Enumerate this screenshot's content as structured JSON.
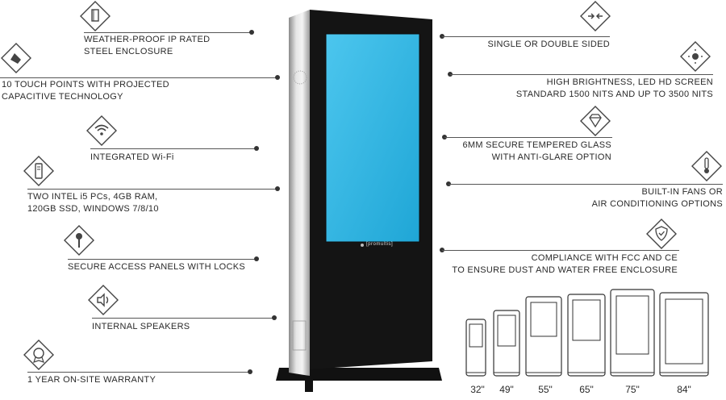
{
  "features_left": [
    {
      "id": "weatherproof",
      "lines": [
        "WEATHER-PROOF IP RATED",
        "STEEL ENCLOSURE"
      ],
      "icon": "enclosure-icon"
    },
    {
      "id": "touch",
      "lines": [
        "10 TOUCH POINTS WITH PROJECTED",
        "CAPACITIVE TECHNOLOGY"
      ],
      "icon": "touch-hand-icon"
    },
    {
      "id": "wifi",
      "lines": [
        "INTEGRATED Wi-Fi"
      ],
      "icon": "wifi-icon"
    },
    {
      "id": "pc",
      "lines": [
        "TWO INTEL i5 PCs, 4GB RAM,",
        "120GB SSD, WINDOWS 7/8/10"
      ],
      "icon": "pc-tower-icon"
    },
    {
      "id": "locks",
      "lines": [
        "SECURE ACCESS PANELS WITH LOCKS"
      ],
      "icon": "key-icon"
    },
    {
      "id": "speakers",
      "lines": [
        "INTERNAL SPEAKERS"
      ],
      "icon": "speaker-icon"
    },
    {
      "id": "warranty",
      "lines": [
        "1 YEAR ON-SITE WARRANTY"
      ],
      "icon": "badge-icon"
    }
  ],
  "features_right": [
    {
      "id": "sided",
      "lines": [
        "SINGLE OR DOUBLE SIDED"
      ],
      "icon": "double-arrow-icon"
    },
    {
      "id": "brightness",
      "lines": [
        "HIGH BRIGHTNESS, LED HD SCREEN",
        "STANDARD 1500 NITS AND UP TO 3500 NITS"
      ],
      "icon": "brightness-icon"
    },
    {
      "id": "glass",
      "lines": [
        "6MM SECURE TEMPERED GLASS",
        "WITH ANTI-GLARE OPTION"
      ],
      "icon": "diamond-icon"
    },
    {
      "id": "fans",
      "lines": [
        "BUILT-IN FANS OR",
        "AIR CONDITIONING OPTIONS"
      ],
      "icon": "thermometer-icon"
    },
    {
      "id": "compliance",
      "lines": [
        "COMPLIANCE WITH FCC AND CE",
        "TO ENSURE DUST AND WATER FREE ENCLOSURE"
      ],
      "icon": "shield-check-icon"
    }
  ],
  "brand_text": "[promultis]",
  "sizes": [
    "32\"",
    "49\"",
    "55\"",
    "65\"",
    "75\"",
    "84\""
  ],
  "colors": {
    "screen": "#2ab8e6",
    "frame": "#1a1a1a",
    "steel": "#c8c8c8",
    "text": "#2a2a2a",
    "line": "#555555"
  }
}
